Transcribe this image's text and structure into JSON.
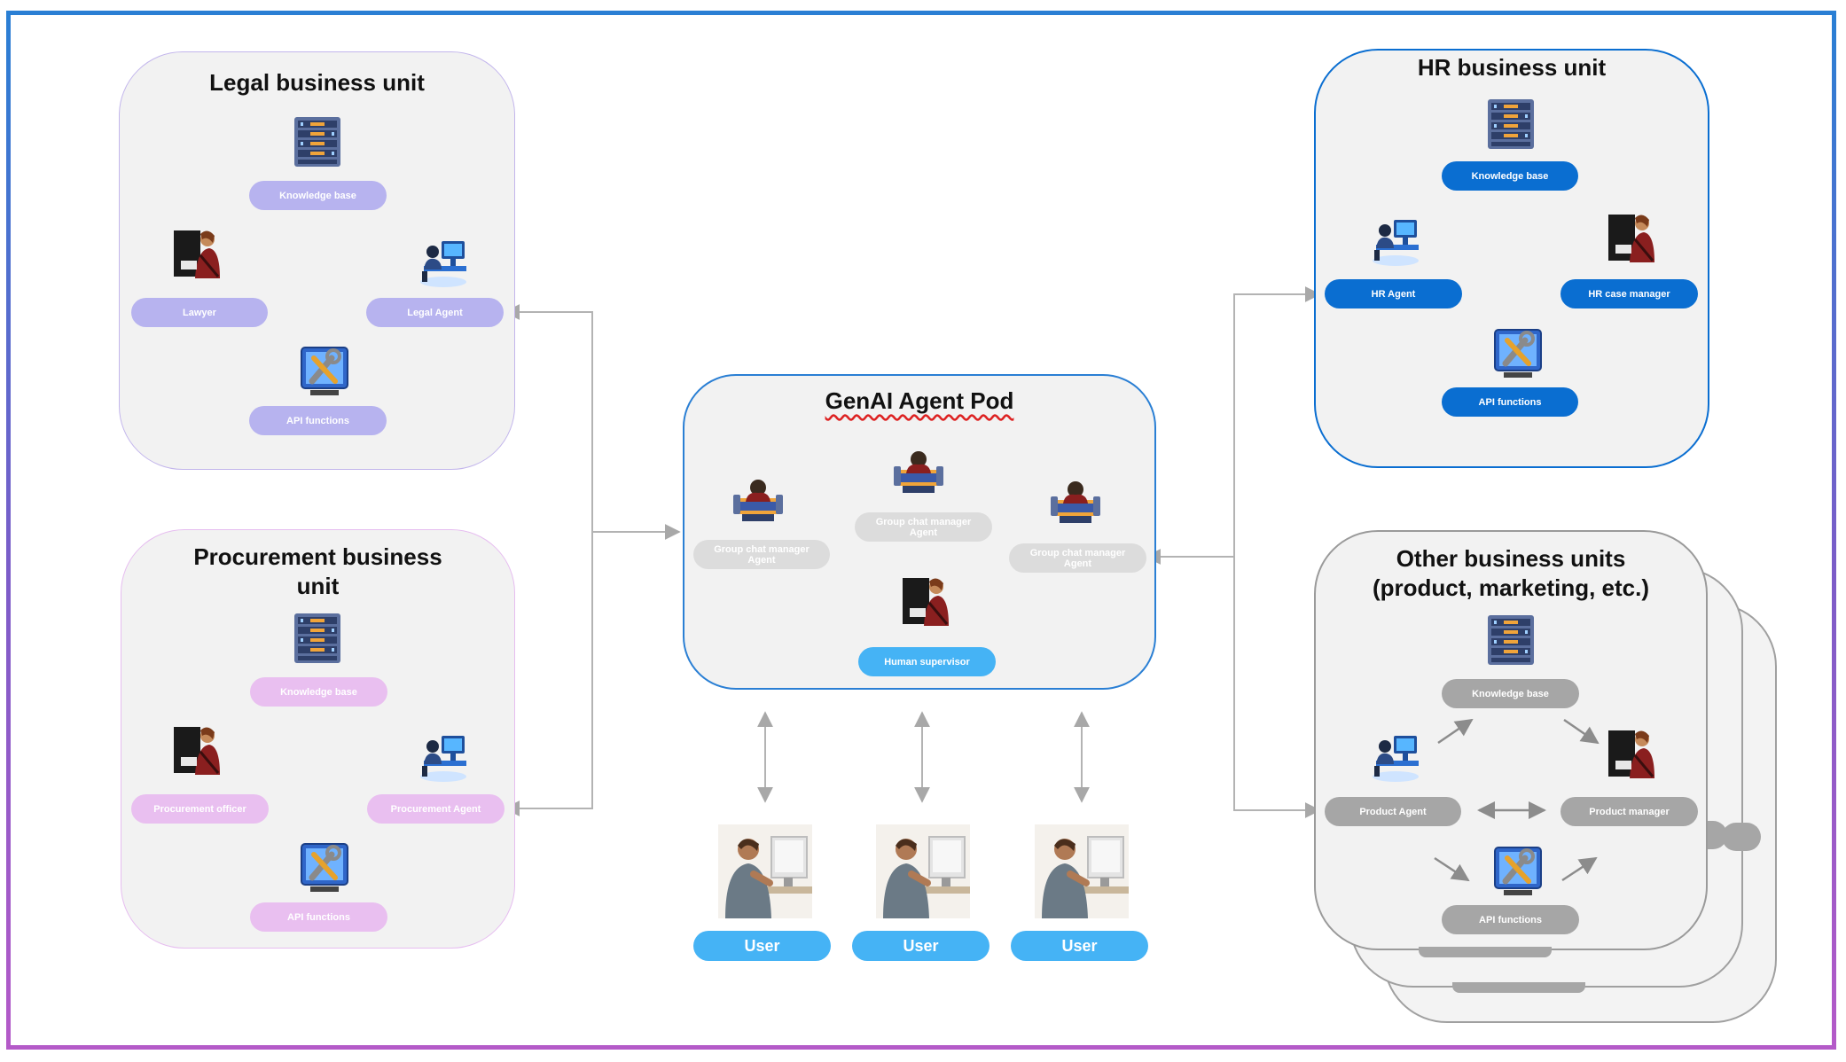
{
  "colors": {
    "legal": "#b7b3ef",
    "procurement": "#e9bff0",
    "hr": "#0a6ed1",
    "other": "#a6a6a6",
    "pod": "#2a7fd4",
    "user": "#45b3f5",
    "connector": "#b3b3b3"
  },
  "legal": {
    "title": "Legal business unit",
    "knowledge": "Knowledge base",
    "person": "Lawyer",
    "agent": "Legal Agent",
    "api": "API functions"
  },
  "procurement": {
    "title": "Procurement business unit",
    "knowledge": "Knowledge base",
    "person": "Procurement officer",
    "agent": "Procurement Agent",
    "api": "API functions"
  },
  "hr": {
    "title": "HR business unit",
    "knowledge": "Knowledge base",
    "agent": "HR Agent",
    "person": "HR case manager",
    "api": "API functions"
  },
  "other": {
    "title": "Other business units (product, marketing, etc.)",
    "knowledge": "Knowledge base",
    "agent": "Product Agent",
    "person": "Product manager",
    "api": "API functions"
  },
  "pod": {
    "title": "GenAI Agent Pod",
    "agent_left": "Group chat manager Agent",
    "agent_middle": "Group chat manager Agent",
    "agent_right": "Group chat manager Agent",
    "supervisor": "Human supervisor"
  },
  "users": [
    {
      "label": "User"
    },
    {
      "label": "User"
    },
    {
      "label": "User"
    }
  ],
  "icons": {
    "knowledge": "server-rack-icon",
    "api": "api-tools-icon",
    "agent": "agent-workstation-icon",
    "person": "person-icon",
    "user": "user-photo-icon"
  }
}
